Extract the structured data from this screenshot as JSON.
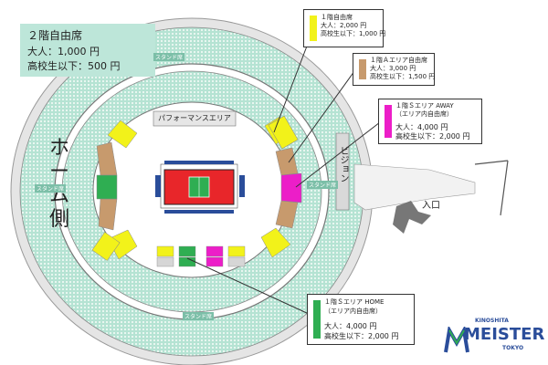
{
  "free_seat_panel": {
    "title": "２階自由席",
    "adult": "大人：1,000 円",
    "student": "高校生以下：500 円"
  },
  "legend": [
    {
      "id": "1f-free",
      "title": "１階自由席",
      "lines": [
        "大人：2,000 円",
        "高校生以下：1,000 円"
      ],
      "color": "#f2f21a"
    },
    {
      "id": "1f-a",
      "title": "１階Ａエリア自由席",
      "lines": [
        "大人：3,000 円",
        "高校生以下：1,500 円"
      ],
      "color": "#c79a6d"
    },
    {
      "id": "1f-s-away",
      "title": "１階Ｓエリア AWAY",
      "lines": [
        "（エリア内自由席）",
        "大人：4,000 円",
        "高校生以下：2,000 円"
      ],
      "color": "#ec1ec8"
    },
    {
      "id": "1f-s-home",
      "title": "１階Ｓエリア HOME",
      "lines": [
        "（エリア内自由席）",
        "大人：4,000 円",
        "高校生以下：2,000 円"
      ],
      "color": "#2fae52"
    }
  ],
  "map_labels": {
    "performance_area": "パフォーマンスエリア",
    "home_side": [
      "ホ",
      "ー",
      "ム",
      "側"
    ],
    "vision": "ビジョン",
    "entrance": "入口",
    "stand": "スタンド席"
  },
  "logo": {
    "top": "KINOSHITA",
    "main": "MEISTER",
    "sub": "TOKYO"
  },
  "colors": {
    "yellow": "#f2f21a",
    "tan": "#c79a6d",
    "magenta": "#ec1ec8",
    "green": "#2fae52",
    "court": "#e8262a",
    "seats": "#aee0d0"
  }
}
